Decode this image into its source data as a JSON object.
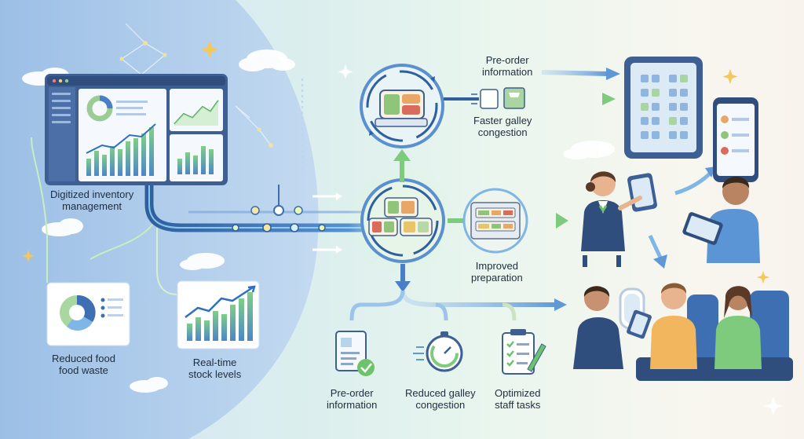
{
  "colors": {
    "accent_blue": "#4a7fc8",
    "accent_green": "#6cc36a",
    "panel_blue": "#3d5f93",
    "text": "#1f2d3d"
  },
  "icons": [
    "dashboard-icon",
    "pie-chart-icon",
    "line-chart-icon",
    "meal-tray-icon",
    "oven-tray-icon",
    "tablet-seatmap-icon",
    "phone-menu-icon",
    "document-check-icon",
    "stopwatch-icon",
    "clipboard-checklist-icon",
    "sparkle-icon",
    "cloud-icon"
  ],
  "labels": {
    "digitized_inventory": [
      "Digitized inventory",
      "management"
    ],
    "reduced_food_waste": [
      "Reduced food",
      "food waste"
    ],
    "realtime_stock": [
      "Real-time",
      "stock levels"
    ],
    "preorder_top": [
      "Pre-order",
      "information"
    ],
    "faster_galley": [
      "Faster galley",
      "congestion"
    ],
    "improved_prep": [
      "Improved",
      "preparation"
    ],
    "preorder_bottom": [
      "Pre-order",
      "information"
    ],
    "reduced_galley": [
      "Reduced galley",
      "congestion"
    ],
    "optimized_staff": [
      "Optimized",
      "staff tasks"
    ]
  }
}
